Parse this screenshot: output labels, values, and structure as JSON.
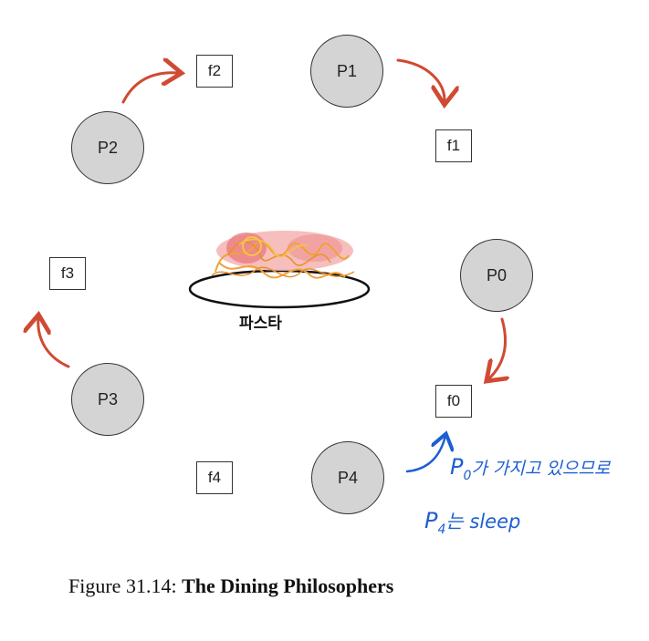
{
  "philosophers": [
    "P0",
    "P1",
    "P2",
    "P3",
    "P4"
  ],
  "forks": [
    "f0",
    "f1",
    "f2",
    "f3",
    "f4"
  ],
  "pasta_label": "파스타",
  "annotation": {
    "line1_p": "P",
    "line1_sub": "0",
    "line1_rest": "가 가지고 있으므로",
    "line2_p": "P",
    "line2_sub": "4",
    "line2_rest": "는 sleep"
  },
  "caption": {
    "prefix": "Figure 31.14:",
    "title": "The Dining Philosophers"
  },
  "colors": {
    "philosopher_fill": "#d4d4d4",
    "arrow_red": "#d04a33",
    "annotation_blue": "#1d5fd1",
    "pasta_orange": "#f0a23a",
    "pasta_pink": "#ef8f8f"
  }
}
